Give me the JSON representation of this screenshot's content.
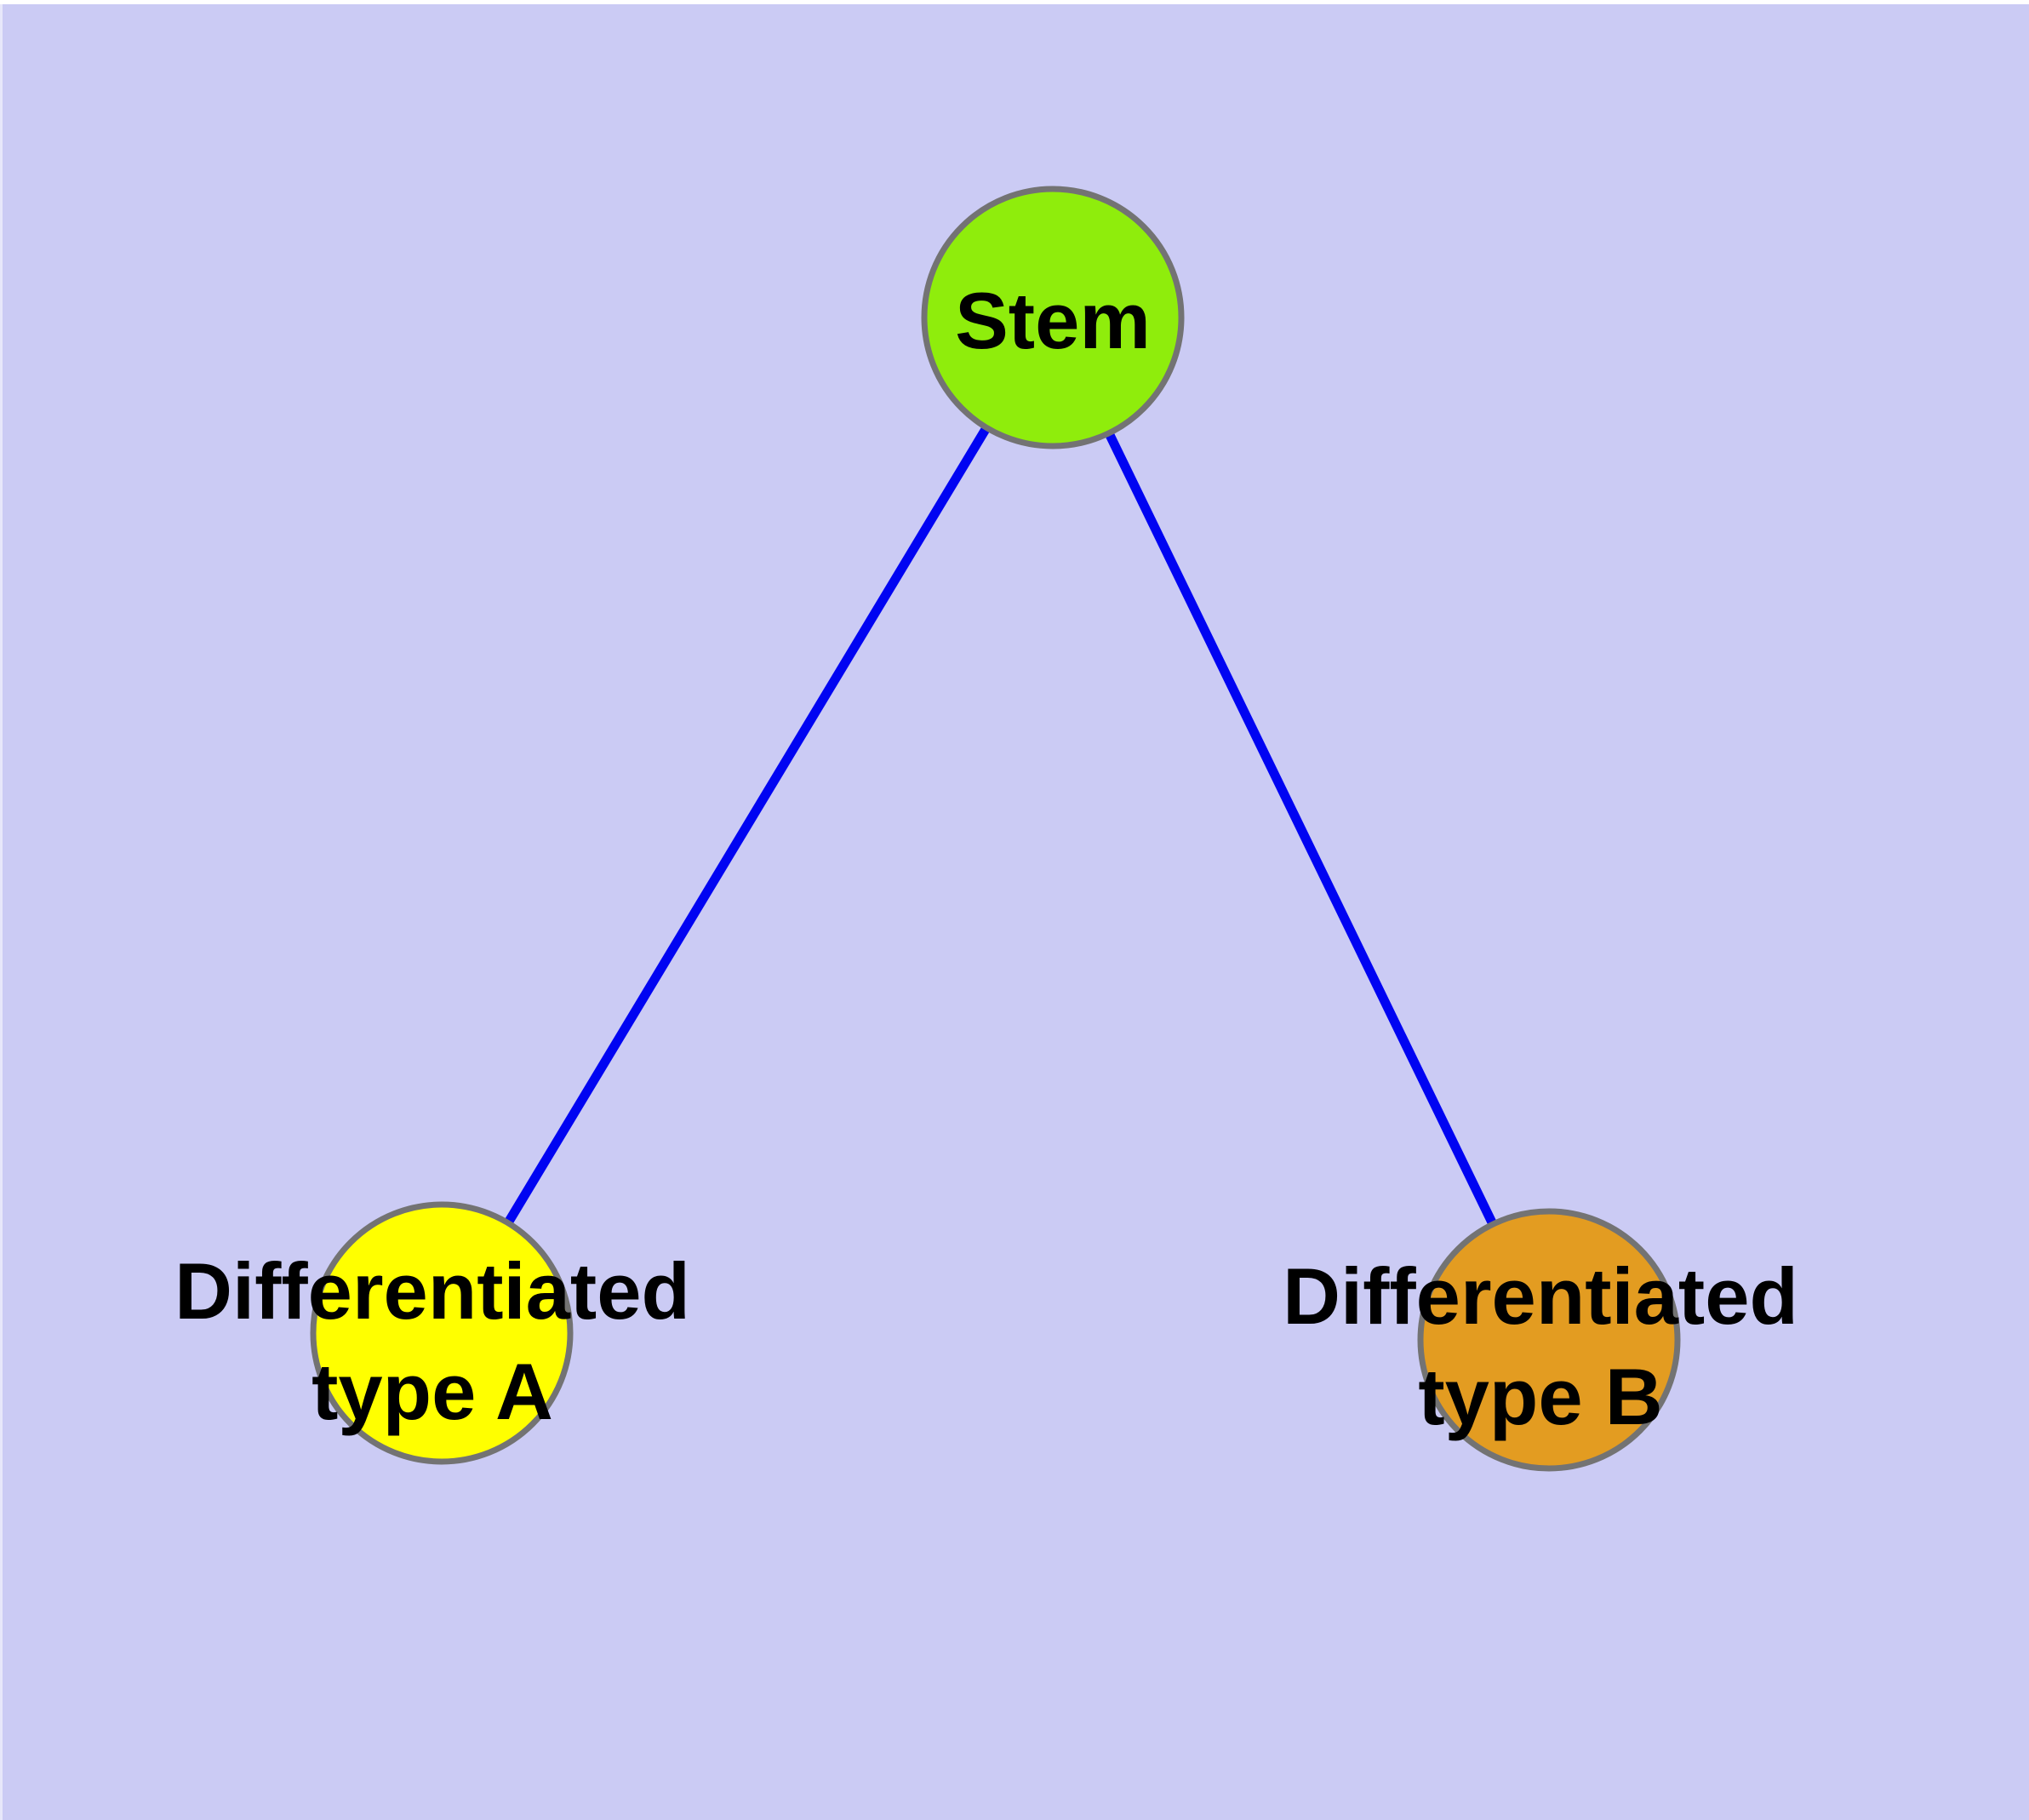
{
  "diagram": {
    "type": "node-link-graph",
    "description": "Stem cell differentiation diagram: one stem node branching to two differentiated cell type nodes"
  },
  "nodes": {
    "stem": {
      "label": "Stem",
      "fill": "#8fed0c"
    },
    "type_a": {
      "label_line1": "Differentiated",
      "label_line2": "type A",
      "label_full": "Differentiated type A",
      "fill": "#ffff00"
    },
    "type_b": {
      "label_line1": "Differentiated",
      "label_line2": "type B",
      "label_full": "Differentiated type B",
      "fill": "#e39c21"
    }
  },
  "edges": {
    "color": "#0004f2",
    "items": [
      {
        "from": "Stem",
        "to": "Differentiated type A"
      },
      {
        "from": "Stem",
        "to": "Differentiated type B"
      }
    ]
  },
  "colors": {
    "background": "#cbcbf4",
    "node_border": "#737373",
    "label_text": "#000000",
    "top_edge_strip": "#ffffff"
  }
}
